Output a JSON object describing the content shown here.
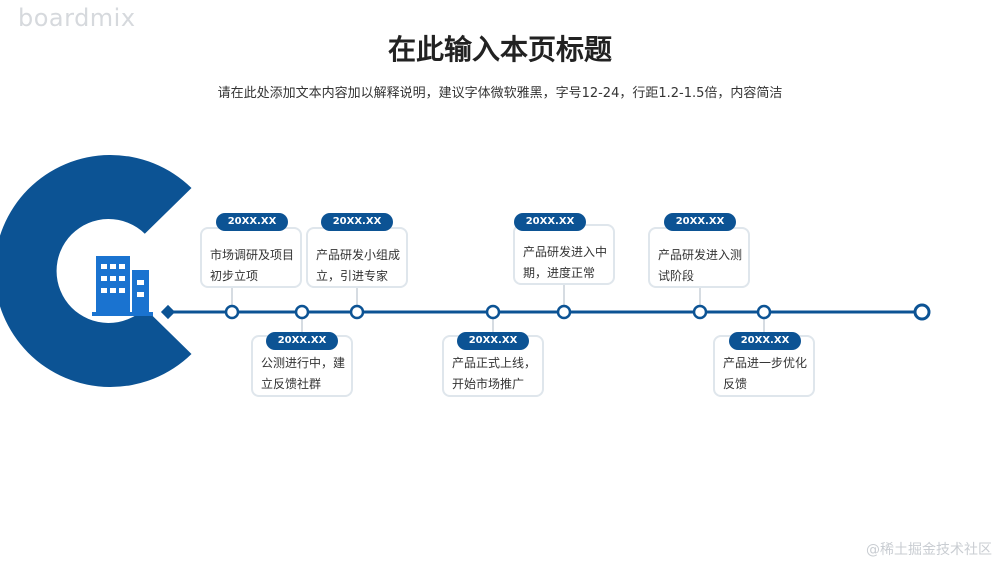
{
  "brand": "boardmix",
  "title": "在此输入本页标题",
  "subtitle": "请在此处添加文本内容加以解释说明，建议字体微软雅黑，字号12-24，行距1.2-1.5倍，内容简洁",
  "watermark": "@稀土掘金技术社区",
  "colors": {
    "primary": "#0c5394",
    "icon": "#1a73d0",
    "card_border": "#dfe6ec"
  },
  "icon": "building-icon",
  "milestones": [
    {
      "date": "20XX.XX",
      "text": "市场调研及项目初步立项"
    },
    {
      "date": "20XX.XX",
      "text": "公测进行中，建立反馈社群"
    },
    {
      "date": "20XX.XX",
      "text": "产品研发小组成立，引进专家"
    },
    {
      "date": "20XX.XX",
      "text": "产品正式上线，开始市场推广"
    },
    {
      "date": "20XX.XX",
      "text": "产品研发进入中期，进度正常"
    },
    {
      "date": "20XX.XX",
      "text": "产品研发进入测试阶段"
    },
    {
      "date": "20XX.XX",
      "text": "产品进一步优化反馈"
    }
  ]
}
